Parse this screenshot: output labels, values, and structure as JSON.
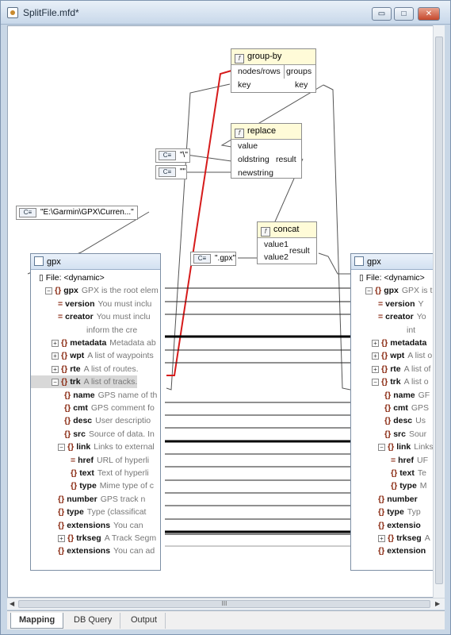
{
  "window": {
    "title": "SplitFile.mfd*",
    "minimize": "▭",
    "restore": "□",
    "close": "✕"
  },
  "components": {
    "groupby": {
      "title": "group-by",
      "in1": "nodes/rows",
      "in2": "key",
      "out1": "groups",
      "out2": "key"
    },
    "replace": {
      "title": "replace",
      "in1": "value",
      "in2": "oldstring",
      "in3": "newstring",
      "out1": "result"
    },
    "concat": {
      "title": "concat",
      "in1": "value1",
      "in2": "value2",
      "out1": "result"
    }
  },
  "constants": {
    "path": "\"E:\\Garmin\\GPX\\Curren...\"",
    "backslash": "\"\\\"",
    "empty": "\"\"",
    "gpx_ext": "\".gpx\""
  },
  "source_tree": {
    "title": "gpx",
    "rows": [
      {
        "kind": "file",
        "name": "File: <dynamic>",
        "desc": ""
      },
      {
        "kind": "elem",
        "name": "gpx",
        "desc": "GPX is the root elem"
      },
      {
        "kind": "attr",
        "name": "version",
        "desc": "You must inclu"
      },
      {
        "kind": "attr",
        "name": "creator",
        "desc": "You must inclu"
      },
      {
        "kind": "cont",
        "name": "",
        "desc": "inform the cre"
      },
      {
        "kind": "elem",
        "name": "metadata",
        "desc": "Metadata ab"
      },
      {
        "kind": "elem",
        "name": "wpt",
        "desc": "A list of waypoints"
      },
      {
        "kind": "elem",
        "name": "rte",
        "desc": "A list of routes."
      },
      {
        "kind": "elem",
        "name": "trk",
        "desc": "A list of tracks."
      },
      {
        "kind": "elem",
        "name": "name",
        "desc": "GPS name of th"
      },
      {
        "kind": "elem",
        "name": "cmt",
        "desc": "GPS comment fo"
      },
      {
        "kind": "elem",
        "name": "desc",
        "desc": "User descriptio"
      },
      {
        "kind": "elem",
        "name": "src",
        "desc": "Source of data. In"
      },
      {
        "kind": "elem",
        "name": "link",
        "desc": "Links to external"
      },
      {
        "kind": "attr",
        "name": "href",
        "desc": "URL of hyperli"
      },
      {
        "kind": "elem",
        "name": "text",
        "desc": "Text of hyperli"
      },
      {
        "kind": "elem",
        "name": "type",
        "desc": "Mime type of c"
      },
      {
        "kind": "elem",
        "name": "number",
        "desc": "GPS track n"
      },
      {
        "kind": "elem",
        "name": "type",
        "desc": "Type (classificat"
      },
      {
        "kind": "elem",
        "name": "extensions",
        "desc": "You can"
      },
      {
        "kind": "elem",
        "name": "trkseg",
        "desc": "A Track Segm"
      },
      {
        "kind": "elem",
        "name": "extensions",
        "desc": "You can ad"
      }
    ]
  },
  "target_tree": {
    "title": "gpx",
    "rows": [
      {
        "kind": "file",
        "name": "File: <dynamic>",
        "desc": ""
      },
      {
        "kind": "elem",
        "name": "gpx",
        "desc": "GPX is th"
      },
      {
        "kind": "attr",
        "name": "version",
        "desc": "Y"
      },
      {
        "kind": "attr",
        "name": "creator",
        "desc": "Yo"
      },
      {
        "kind": "cont",
        "name": "",
        "desc": "int"
      },
      {
        "kind": "elem",
        "name": "metadata",
        "desc": ""
      },
      {
        "kind": "elem",
        "name": "wpt",
        "desc": "A list o"
      },
      {
        "kind": "elem",
        "name": "rte",
        "desc": "A list of"
      },
      {
        "kind": "elem",
        "name": "trk",
        "desc": "A list o"
      },
      {
        "kind": "elem",
        "name": "name",
        "desc": "GF"
      },
      {
        "kind": "elem",
        "name": "cmt",
        "desc": "GPS"
      },
      {
        "kind": "elem",
        "name": "desc",
        "desc": "Us"
      },
      {
        "kind": "elem",
        "name": "src",
        "desc": "Sour"
      },
      {
        "kind": "elem",
        "name": "link",
        "desc": "Links"
      },
      {
        "kind": "attr",
        "name": "href",
        "desc": "UF"
      },
      {
        "kind": "elem",
        "name": "text",
        "desc": "Te"
      },
      {
        "kind": "elem",
        "name": "type",
        "desc": "M"
      },
      {
        "kind": "elem",
        "name": "number",
        "desc": ""
      },
      {
        "kind": "elem",
        "name": "type",
        "desc": "Typ"
      },
      {
        "kind": "elem",
        "name": "extensio",
        "desc": ""
      },
      {
        "kind": "elem",
        "name": "trkseg",
        "desc": "A"
      },
      {
        "kind": "elem",
        "name": "extension",
        "desc": ""
      }
    ]
  },
  "scroll": {
    "h_grip": "III"
  },
  "tabs": [
    {
      "label": "Mapping",
      "active": true
    },
    {
      "label": "DB Query",
      "active": false
    },
    {
      "label": "Output",
      "active": false
    }
  ],
  "colors": {
    "link_teal": "#1f7f80",
    "link_red": "#d61b1b",
    "link_black": "#000000",
    "header_yellow": "#fffbd8"
  }
}
